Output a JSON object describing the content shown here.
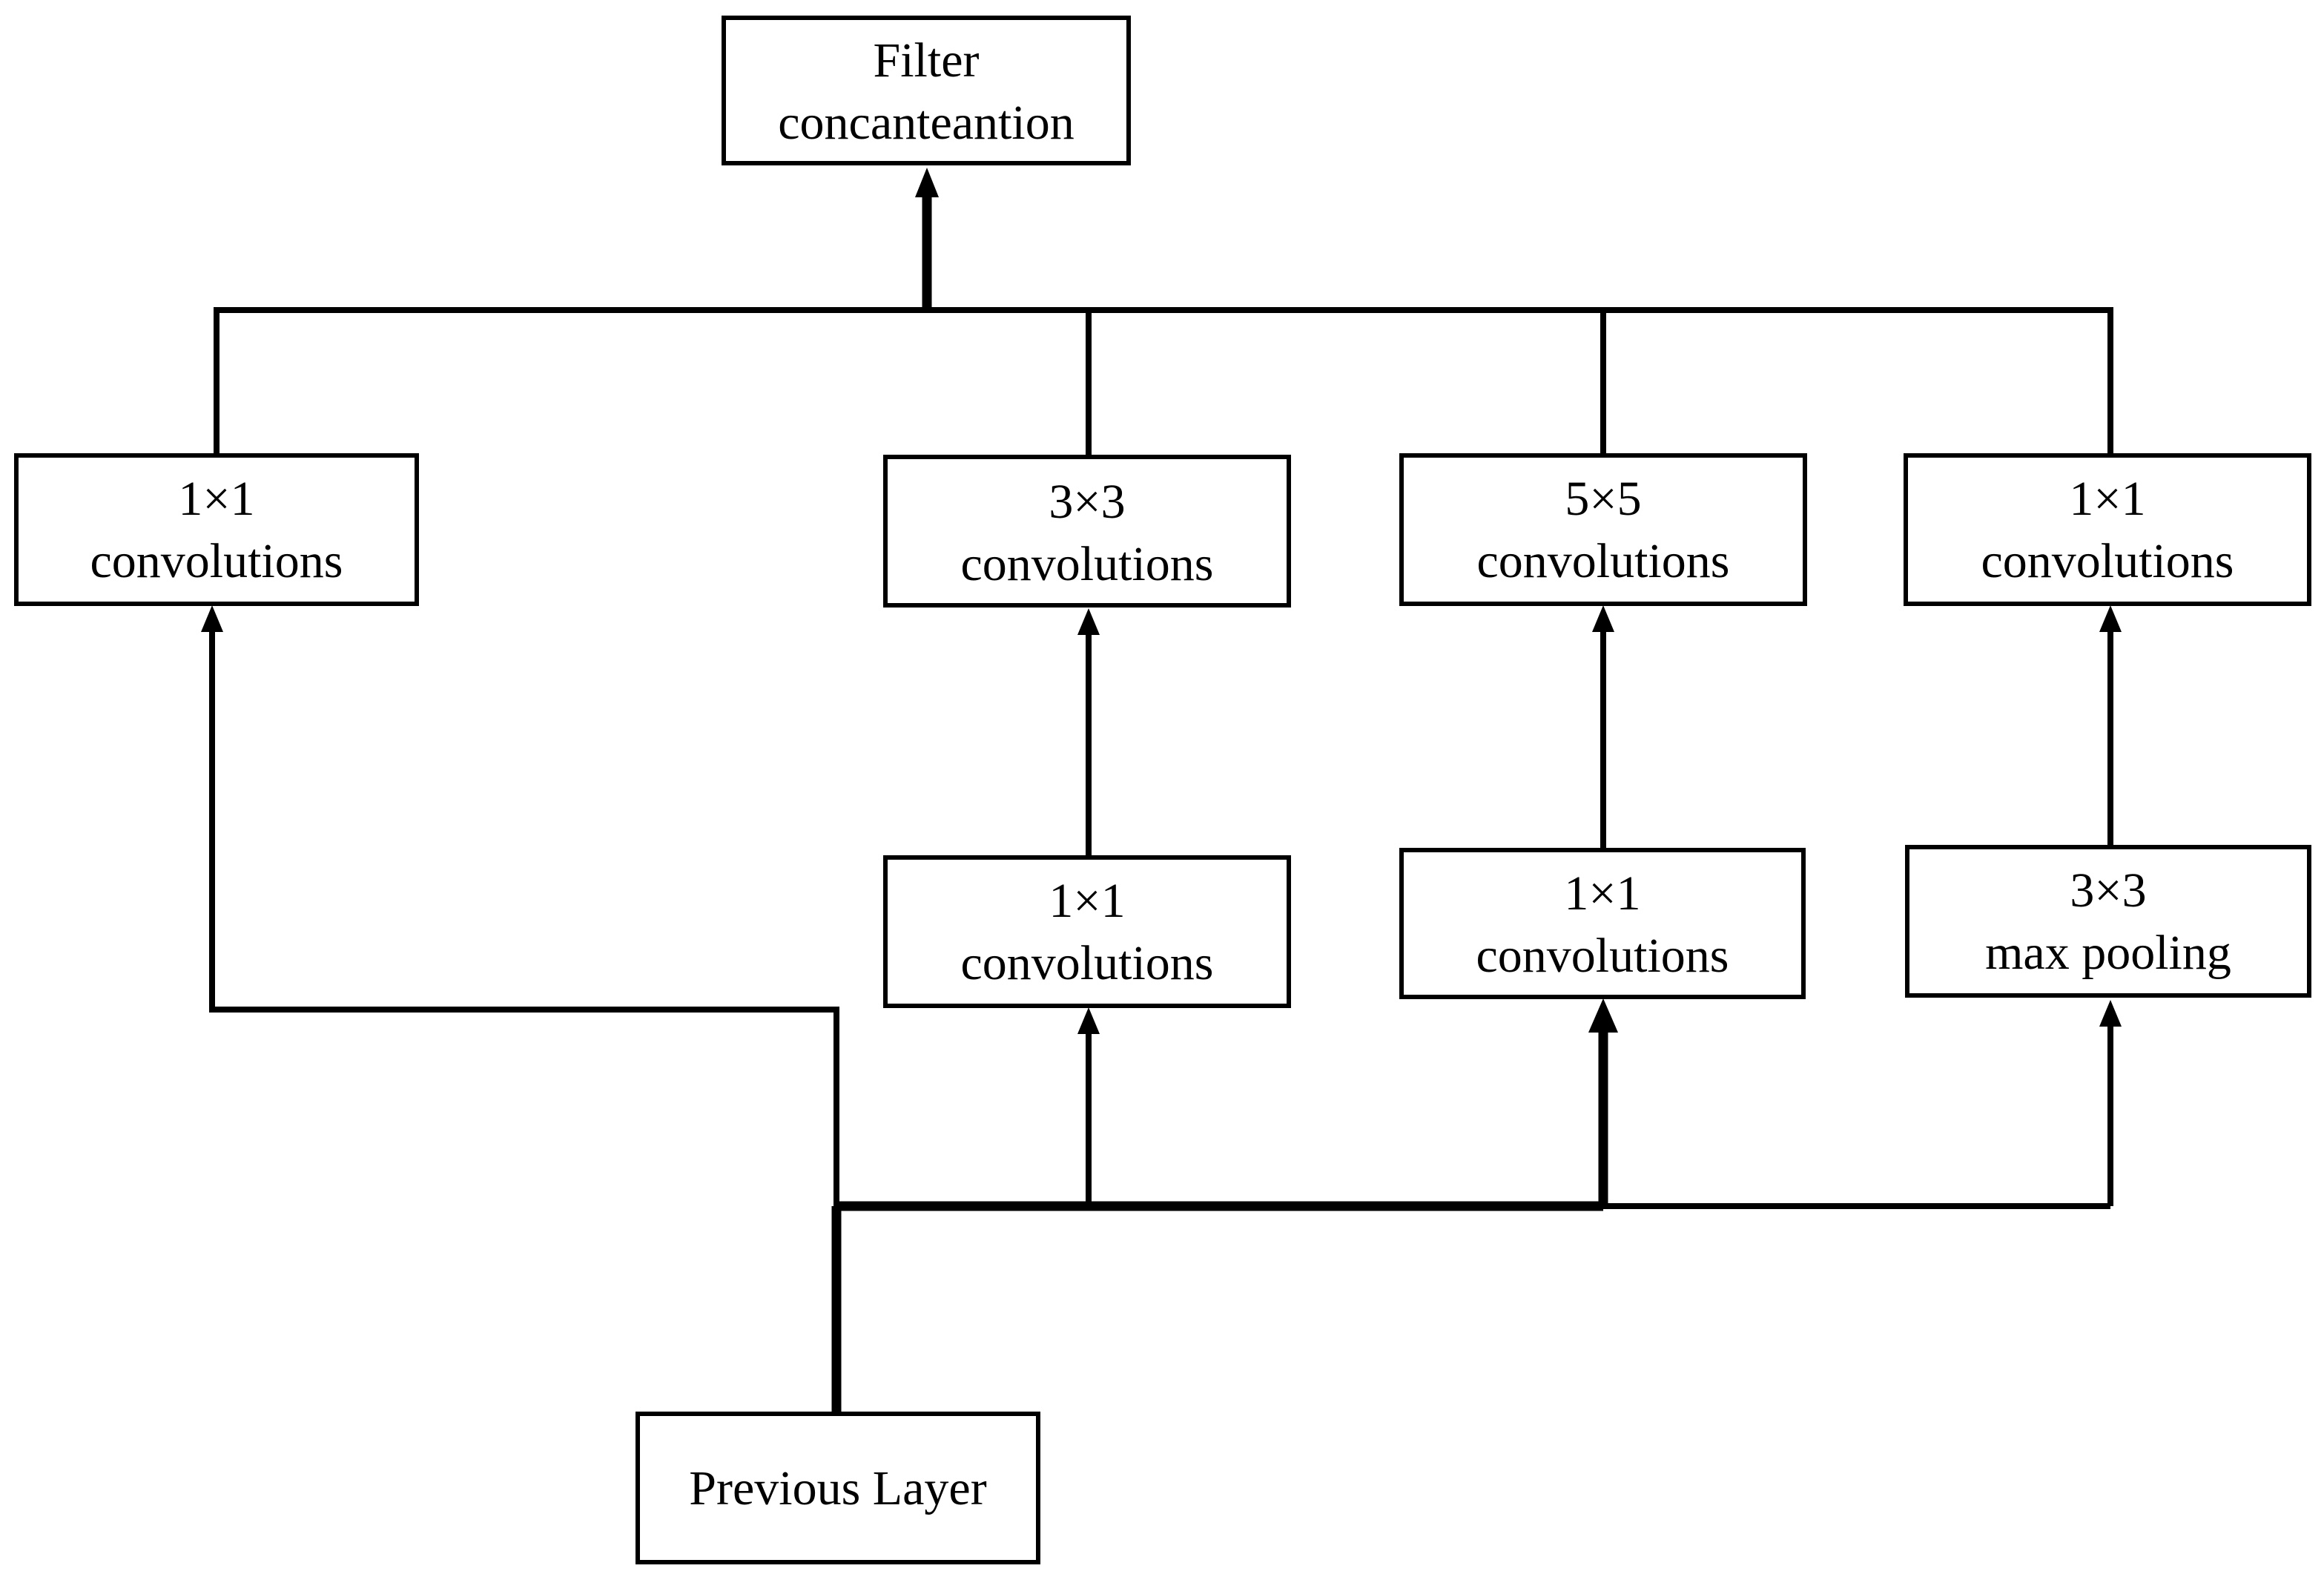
{
  "diagram": {
    "nodes": {
      "concat": {
        "lines": [
          "Filter",
          "concanteantion"
        ]
      },
      "conv1x1_a": {
        "lines": [
          "1×1",
          "convolutions"
        ]
      },
      "conv3x3": {
        "lines": [
          "3×3",
          "convolutions"
        ]
      },
      "conv5x5": {
        "lines": [
          "5×5",
          "convolutions"
        ]
      },
      "conv1x1_d": {
        "lines": [
          "1×1",
          "convolutions"
        ]
      },
      "reduce1x1_b": {
        "lines": [
          "1×1",
          "convolutions"
        ]
      },
      "reduce1x1_c": {
        "lines": [
          "1×1",
          "convolutions"
        ]
      },
      "maxpool3x3": {
        "lines": [
          "3×3",
          "max pooling"
        ]
      },
      "prev": {
        "lines": [
          "Previous Layer"
        ]
      }
    },
    "edges": [
      {
        "from": "prev",
        "to": "conv1x1_a"
      },
      {
        "from": "prev",
        "to": "reduce1x1_b"
      },
      {
        "from": "prev",
        "to": "reduce1x1_c"
      },
      {
        "from": "prev",
        "to": "maxpool3x3"
      },
      {
        "from": "reduce1x1_b",
        "to": "conv3x3"
      },
      {
        "from": "reduce1x1_c",
        "to": "conv5x5"
      },
      {
        "from": "maxpool3x3",
        "to": "conv1x1_d"
      },
      {
        "from": "conv1x1_a",
        "to": "concat"
      },
      {
        "from": "conv3x3",
        "to": "concat"
      },
      {
        "from": "conv5x5",
        "to": "concat"
      },
      {
        "from": "conv1x1_d",
        "to": "concat"
      }
    ],
    "colors": {
      "stroke": "#000000",
      "fill": "#ffffff",
      "text": "#000000"
    }
  }
}
